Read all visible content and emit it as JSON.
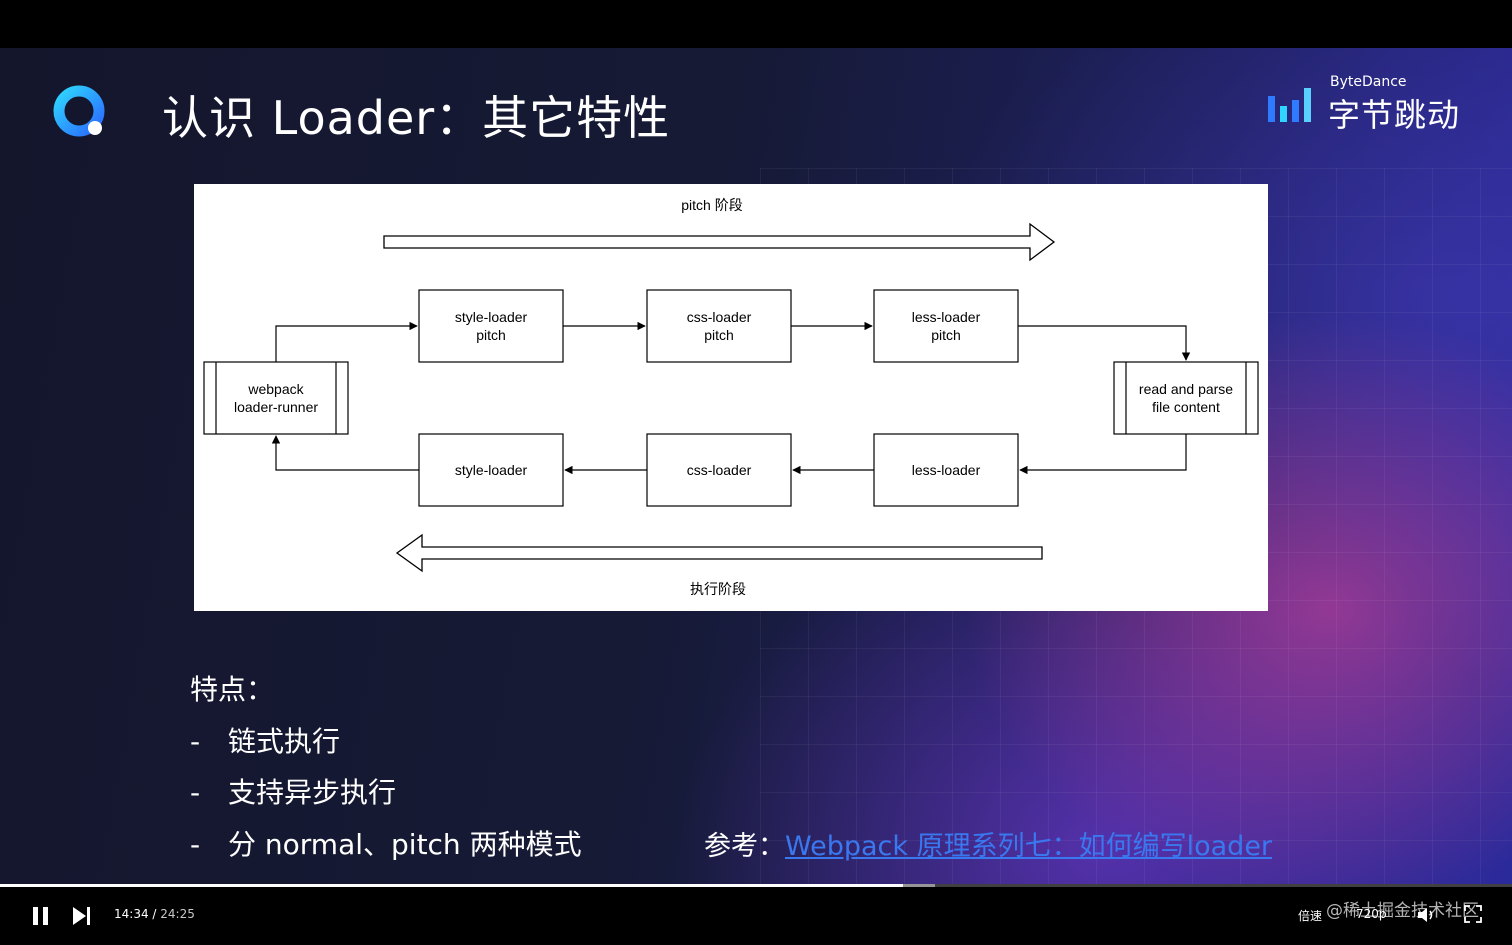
{
  "slide": {
    "title": "认识 Loader：其它特性",
    "brand": {
      "small": "ByteDance",
      "big": "字节跳动"
    },
    "features": {
      "heading": "特点：",
      "items": [
        "链式执行",
        "支持异步执行",
        "分 normal、pitch 两种模式"
      ]
    },
    "reference": {
      "label": "参考：",
      "link_text": "Webpack 原理系列七：如何编写loader"
    }
  },
  "diagram": {
    "top_label": "pitch 阶段",
    "bottom_label": "执行阶段",
    "runner": [
      "webpack",
      "loader-runner"
    ],
    "reader": [
      "read and parse",
      "file content"
    ],
    "pitch_boxes": [
      [
        "style-loader",
        "pitch"
      ],
      [
        "css-loader",
        "pitch"
      ],
      [
        "less-loader",
        "pitch"
      ]
    ],
    "normal_boxes": [
      "style-loader",
      "css-loader",
      "less-loader"
    ]
  },
  "player": {
    "current_time": "14:34",
    "duration": "24:25",
    "progress": 0.597,
    "buffered": 0.618,
    "speed_label": "倍速",
    "quality_label": "720p",
    "watermark": "@稀土掘金技术社区",
    "icons": [
      "pause-icon",
      "next-icon",
      "volume-icon",
      "fullscreen-icon"
    ]
  },
  "colors": {
    "link": "#3a78f0",
    "brand_blue": "#2f7bff"
  }
}
